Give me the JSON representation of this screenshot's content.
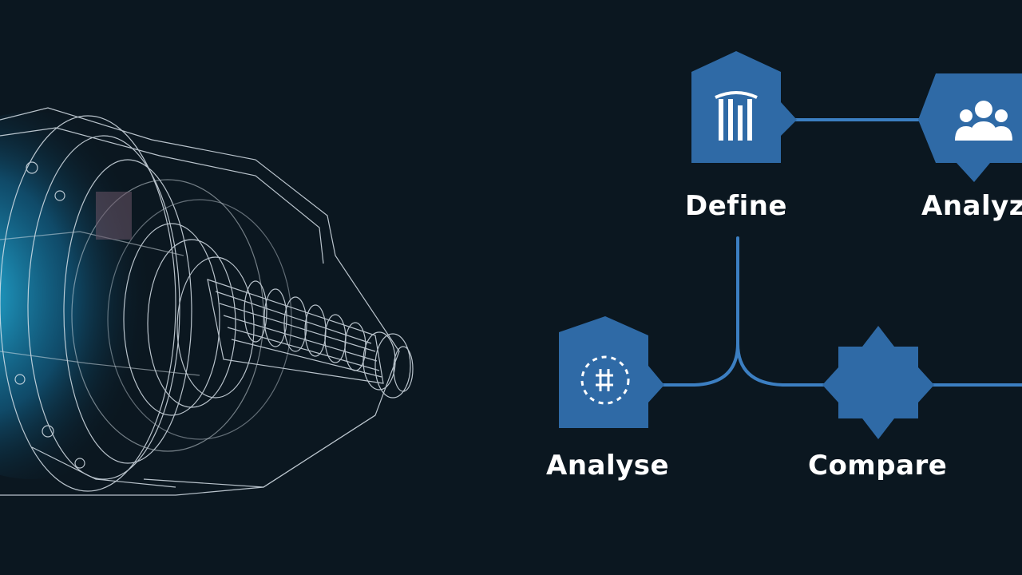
{
  "diagram": {
    "nodes": [
      {
        "id": "define",
        "label": "Define",
        "icon": "bar-chart-icon"
      },
      {
        "id": "analyz",
        "label": "Analyz",
        "icon": "users-group-icon"
      },
      {
        "id": "analyse",
        "label": "Analyse",
        "icon": "dashed-circle-icon"
      },
      {
        "id": "compare",
        "label": "Compare",
        "icon": ""
      }
    ],
    "edges": [
      [
        "define",
        "analyz"
      ],
      [
        "define",
        "analyse"
      ],
      [
        "define",
        "compare"
      ]
    ],
    "colors": {
      "background": "#0b1720",
      "node": "#2f6aa6",
      "node_dark": "#214f80",
      "connector": "#3c7fc2",
      "wireframe": "#d8e2ea",
      "glow": "#1fb6e8"
    }
  }
}
